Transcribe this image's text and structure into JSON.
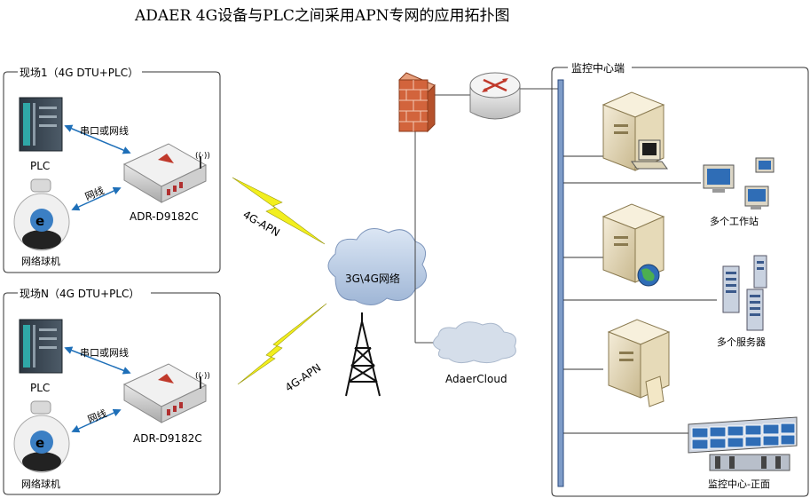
{
  "title": "ADAER 4G设备与PLC之间采用APN专网的应用拓扑图",
  "sites": [
    {
      "label": "现场1（4G DTU+PLC）",
      "plc_label": "PLC",
      "link_serial": "串口或网线",
      "link_net": "网线",
      "device_label": "ADR-D9182C",
      "camera_label": "网络球机"
    },
    {
      "label": "现场N（4G DTU+PLC）",
      "plc_label": "PLC",
      "link_serial": "串口或网线",
      "link_net": "网线",
      "device_label": "ADR-D9182C",
      "camera_label": "网络球机"
    }
  ],
  "wireless": [
    "4G-APN",
    "4G-APN"
  ],
  "network_label": "3G\\4G网络",
  "cloud_label": "AdaerCloud",
  "monitor": {
    "label": "监控中心端",
    "workstations": "多个工作站",
    "servers": "多个服务器",
    "center_front": "监控中心-正面"
  },
  "colors": {
    "link_arrow": "#1e6fb8",
    "bolt": "#f2ef1e",
    "firewall": "#d2643c",
    "cloud": "#c8d6ea",
    "screen": "#2f6db6"
  }
}
